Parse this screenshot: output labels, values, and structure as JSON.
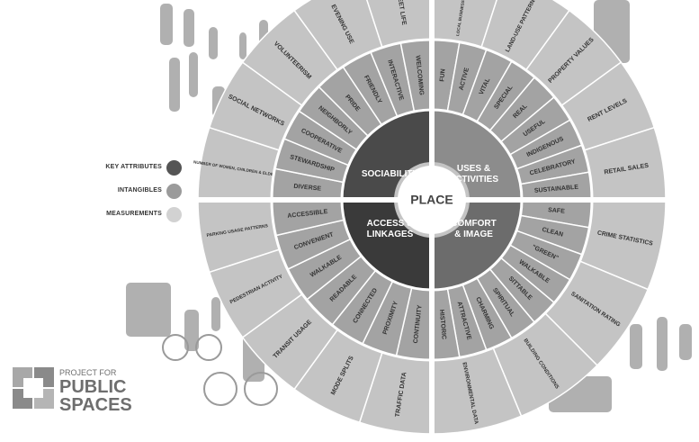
{
  "center": {
    "label": "PLACE"
  },
  "quadrants": [
    {
      "id": "sociability",
      "title_lines": [
        "SOCIABILITY"
      ]
    },
    {
      "id": "uses",
      "title_lines": [
        "USES &",
        "ACTIVITIES"
      ]
    },
    {
      "id": "comfort",
      "title_lines": [
        "COMFORT",
        "& IMAGE"
      ]
    },
    {
      "id": "access",
      "title_lines": [
        "ACCESS &",
        "LINKAGES"
      ]
    }
  ],
  "intangibles": {
    "sociability": [
      "DIVERSE",
      "STEWARDSHIP",
      "COOPERATIVE",
      "NEIGHBORLY",
      "PRIDE",
      "FRIENDLY",
      "INTERACTIVE",
      "WELCOMING"
    ],
    "uses": [
      "FUN",
      "ACTIVE",
      "VITAL",
      "SPECIAL",
      "REAL",
      "USEFUL",
      "INDIGENOUS",
      "CELEBRATORY",
      "SUSTAINABLE"
    ],
    "comfort": [
      "SAFE",
      "CLEAN",
      "\"GREEN\"",
      "WALKABLE",
      "SITTABLE",
      "SPIRITUAL",
      "CHARMING",
      "ATTRACTIVE",
      "HISTORIC"
    ],
    "access": [
      "CONTINUITY",
      "PROXIMITY",
      "CONNECTED",
      "READABLE",
      "WALKABLE",
      "CONVENIENT",
      "ACCESSIBLE"
    ]
  },
  "measurements": {
    "sociability": [
      "NUMBER OF WOMEN, CHILDREN & ELDERLY",
      "SOCIAL NETWORKS",
      "VOLUNTEERISM",
      "EVENING USE",
      "STREET LIFE"
    ],
    "uses": [
      "LOCAL BUSINESS OWNERSHIP",
      "LAND-USE PATTERNS",
      "PROPERTY VALUES",
      "RENT LEVELS",
      "RETAIL SALES"
    ],
    "comfort": [
      "CRIME STATISTICS",
      "SANITATION RATING",
      "BUILDING CONDITIONS",
      "ENVIRONMENTAL DATA"
    ],
    "access": [
      "TRAFFIC DATA",
      "MODE SPLITS",
      "TRANSIT USAGE",
      "PEDESTRIAN ACTIVITY",
      "PARKING USAGE PATTERNS"
    ]
  },
  "legend": [
    {
      "label": "KEY ATTRIBUTES",
      "color": "#555555"
    },
    {
      "label": "INTANGIBLES",
      "color": "#9b9b9b"
    },
    {
      "label": "MEASUREMENTS",
      "color": "#d2d2d2"
    }
  ],
  "logo": {
    "line1": "PROJECT FOR",
    "line2": "PUBLIC",
    "line3": "SPACES"
  },
  "colors": {
    "key_sociability": "#4a4a4a",
    "key_uses": "#8c8c8c",
    "key_access": "#3a3a3a",
    "key_comfort": "#6c6c6c",
    "intangible": "#a3a3a3",
    "measurement": "#c4c4c4",
    "separator": "#ffffff",
    "text_light": "#ffffff",
    "text_dark": "#333333"
  }
}
